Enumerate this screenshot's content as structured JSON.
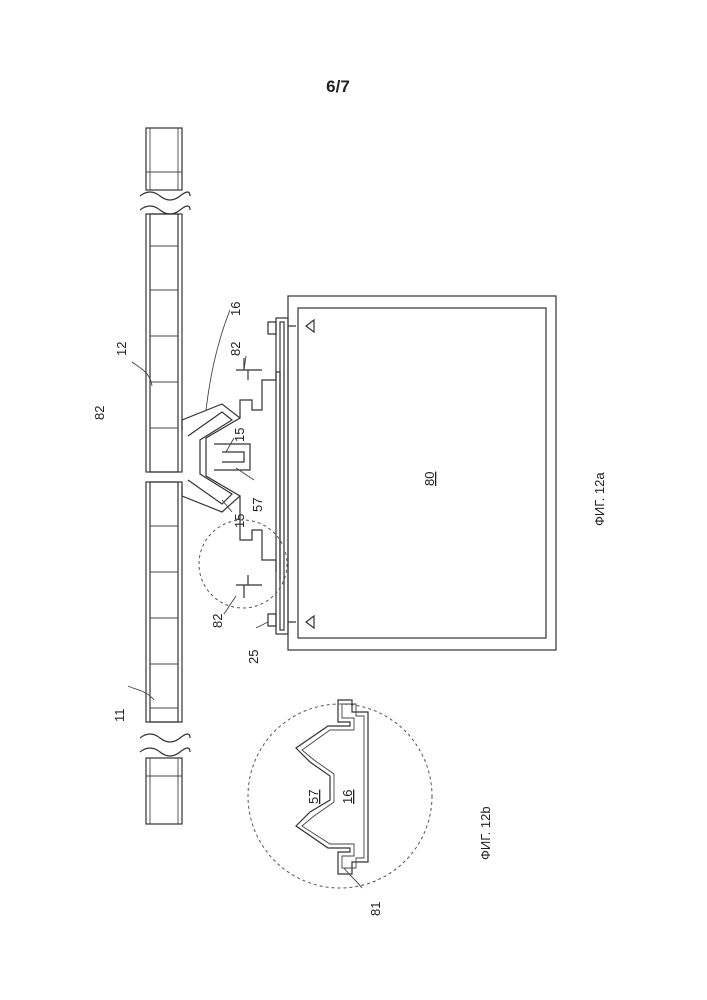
{
  "sheet": {
    "page_number": "6/7"
  },
  "figure_a": {
    "caption": "ФИГ. 12a",
    "labels": {
      "panel_left": "11",
      "panel_right": "12",
      "top_ref": "82",
      "joint_upper": "16",
      "flange_upper": "82",
      "joint_inner_upper": "15",
      "channel": "57",
      "joint_inner_lower": "15",
      "flange_lower": "82",
      "fastener": "25",
      "box": "80"
    }
  },
  "figure_b": {
    "caption": "ФИГ. 12b",
    "labels": {
      "cavity": "57",
      "profile": "16",
      "lip": "81"
    }
  }
}
